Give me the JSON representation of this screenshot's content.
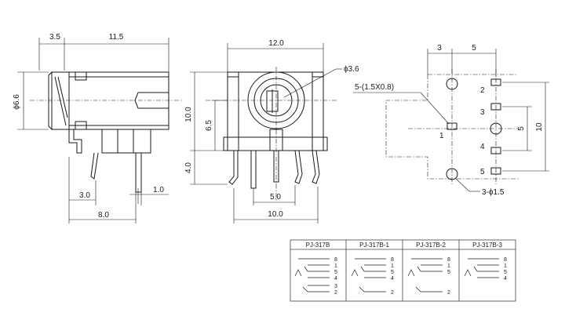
{
  "side_view": {
    "dims": [
      "3.5",
      "11.5",
      "ϕ6.6",
      "3.0",
      "1.0",
      "8.0"
    ]
  },
  "front_view": {
    "dims": [
      "12.0",
      "ϕ3.6",
      "10.0",
      "6.5",
      "4.0",
      "5.0",
      "10.0"
    ]
  },
  "bottom_view": {
    "dims": [
      "3",
      "5",
      "5",
      "10"
    ],
    "pad_label": "5-(1.5X0.8)",
    "hole_label": "3-ϕ1.5",
    "pins": [
      "1",
      "2",
      "3",
      "4",
      "5"
    ]
  },
  "schematic_table": {
    "headers": [
      "PJ-317B",
      "PJ-317B-1",
      "PJ-317B-2",
      "PJ-317B-3"
    ],
    "pins": [
      [
        "8",
        "1",
        "5",
        "4",
        "3",
        "2"
      ],
      [
        "8",
        "1",
        "5",
        "4",
        "2"
      ],
      [
        "8",
        "1",
        "5",
        "2"
      ],
      [
        "8",
        "1",
        "5",
        "4"
      ]
    ]
  }
}
